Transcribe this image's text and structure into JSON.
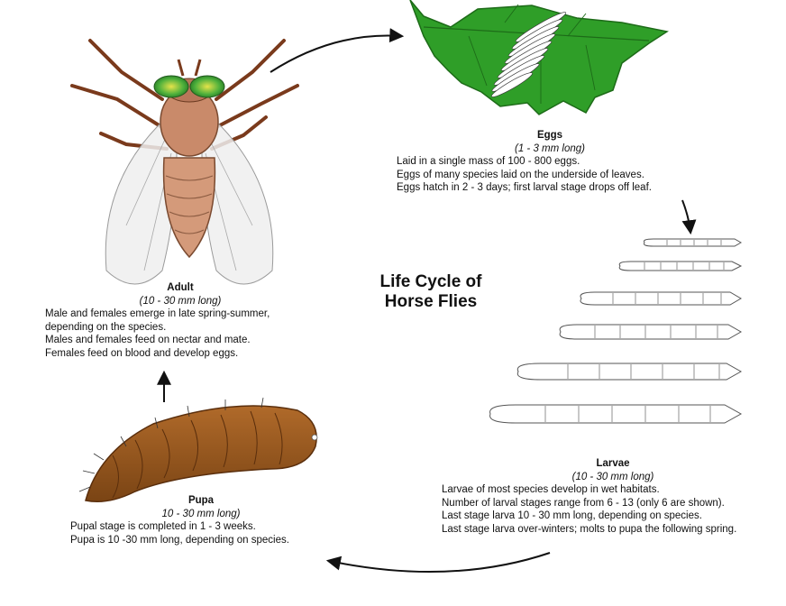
{
  "title_lines": [
    "Life Cycle of",
    "Horse Flies"
  ],
  "stages": {
    "adult": {
      "name": "Adult",
      "size": "(10 - 30 mm long)",
      "lines": [
        "Male and females emerge in late spring-summer,",
        "depending on the species.",
        "Males and females feed on nectar and mate.",
        "Females feed on blood and develop eggs."
      ]
    },
    "eggs": {
      "name": "Eggs",
      "size": "(1 - 3 mm long)",
      "lines": [
        "Laid in a single mass of 100 - 800 eggs.",
        "Eggs of many species laid on the underside of leaves.",
        "Eggs hatch in 2 - 3 days; first larval stage drops off leaf."
      ]
    },
    "larvae": {
      "name": "Larvae",
      "size": "(10 - 30 mm long)",
      "lines": [
        "Larvae of most species develop in wet habitats.",
        "Number of larval stages range from 6 - 13 (only 6 are shown).",
        "Last stage larva 10 - 30 mm long,  depending on species.",
        "Last stage larva over-winters; molts to pupa the following spring."
      ]
    },
    "pupa": {
      "name": "Pupa",
      "size": "10 - 30 mm long)",
      "lines": [
        "Pupal stage is completed in 1 - 3 weeks.",
        "Pupa is 10 -30 mm long, depending on species."
      ]
    }
  },
  "colors": {
    "leaf": "#2f9e28",
    "leaf_dark": "#1d6b18",
    "fly_body": "#c98a6a",
    "fly_eyes": "#3fa33a",
    "pupa": "#9a5a22",
    "arrow": "#111111"
  }
}
